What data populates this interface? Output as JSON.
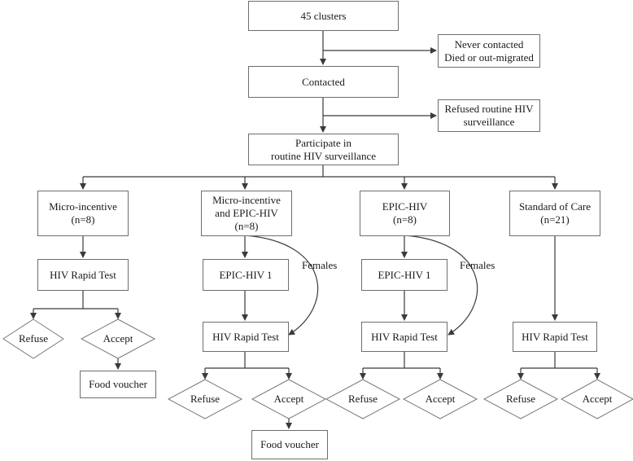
{
  "top": {
    "clusters": "45 clusters",
    "never_contacted_1": "Never contacted",
    "never_contacted_2": "Died or out-migrated",
    "contacted": "Contacted",
    "refused_1": "Refused routine HIV",
    "refused_2": "surveillance",
    "participate_1": "Participate in",
    "participate_2": "routine HIV surveillance"
  },
  "arms": [
    {
      "title_1": "Micro-incentive",
      "title_2": "(n=8)",
      "rapid_test": "HIV Rapid Test",
      "refuse": "Refuse",
      "accept": "Accept",
      "voucher": "Food voucher"
    },
    {
      "title_1": "Micro-incentive",
      "title_2": "and EPIC-HIV",
      "title_3": "(n=8)",
      "epic": "EPIC-HIV 1",
      "females": "Females",
      "rapid_test": "HIV Rapid Test",
      "refuse": "Refuse",
      "accept": "Accept",
      "voucher": "Food voucher"
    },
    {
      "title_1": "EPIC-HIV",
      "title_2": "(n=8)",
      "epic": "EPIC-HIV 1",
      "females": "Females",
      "rapid_test": "HIV Rapid Test",
      "refuse": "Refuse",
      "accept": "Accept"
    },
    {
      "title_1": "Standard of Care",
      "title_2": "(n=21)",
      "rapid_test": "HIV Rapid Test",
      "refuse": "Refuse",
      "accept": "Accept"
    }
  ]
}
